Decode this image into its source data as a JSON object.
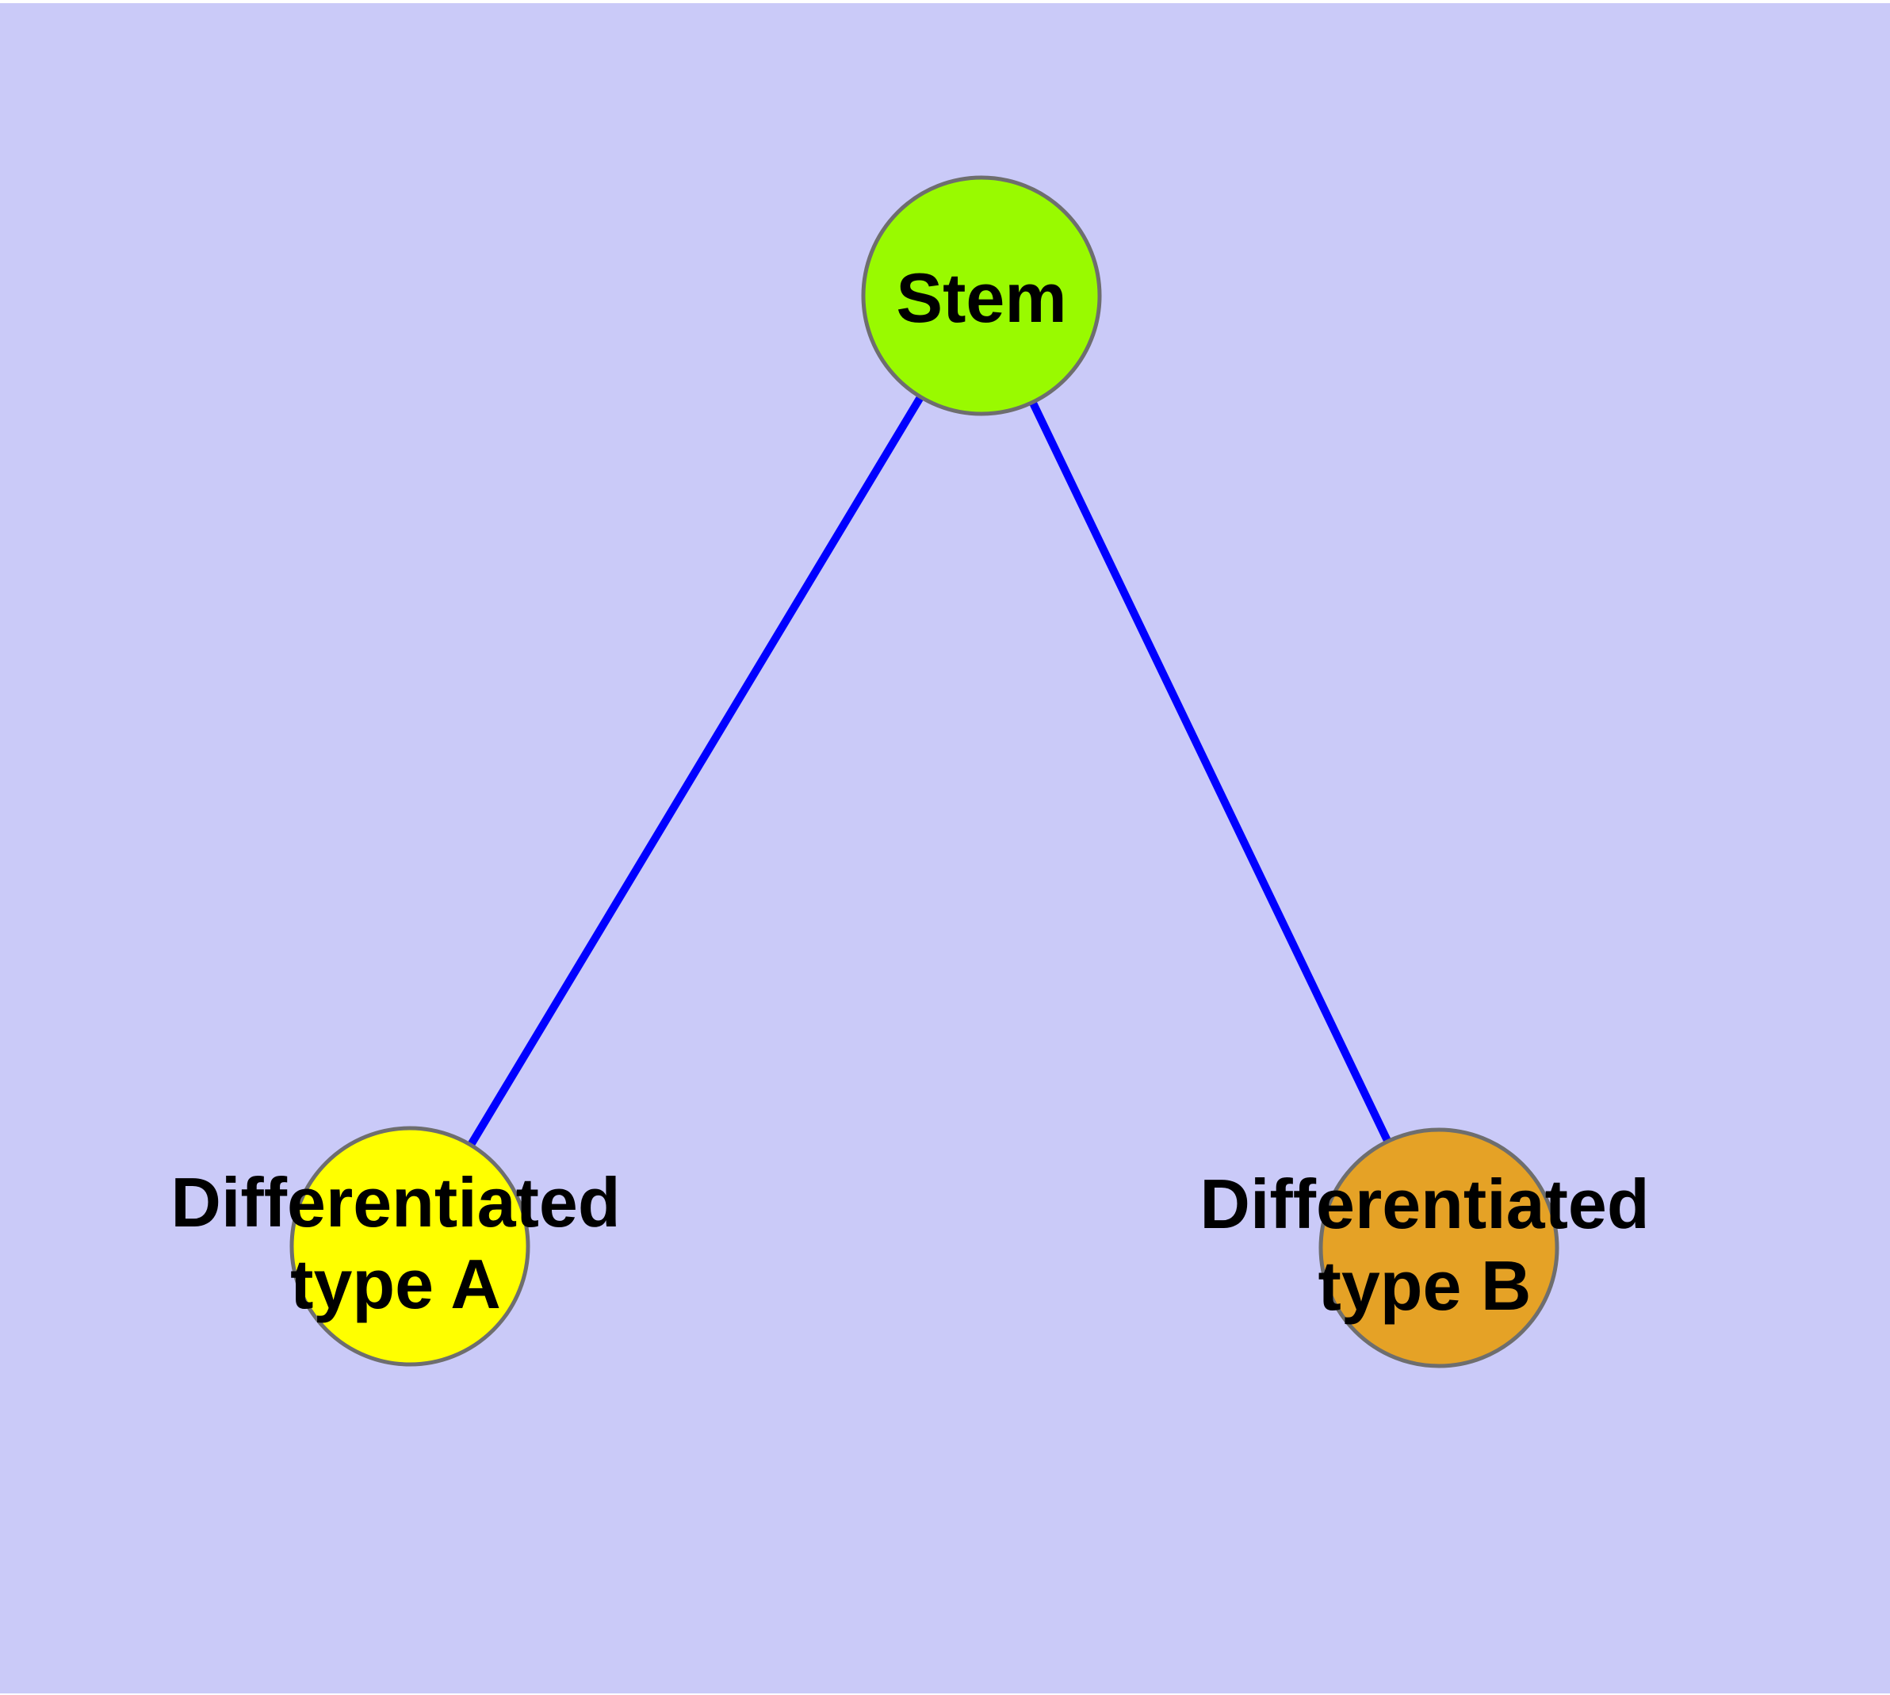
{
  "diagram": {
    "type": "node-link-graph",
    "colors": {
      "background": "#CACAF8",
      "edge": "#0000FF",
      "node_border": "#6E6E6E",
      "label_text": "#000000",
      "edge_strip": "#FFFFFF"
    },
    "nodes": {
      "stem": {
        "label": "Stem",
        "fill": "#99FA00"
      },
      "type_a": {
        "label_line1": "Differentiated",
        "label_line2": "type A",
        "fill": "#FFFF00"
      },
      "type_b": {
        "label_line1": "Differentiated",
        "label_line2": "type B",
        "fill": "#E5A226"
      }
    },
    "edges": [
      {
        "from": "Stem",
        "to": "Differentiated type A"
      },
      {
        "from": "Stem",
        "to": "Differentiated type B"
      }
    ]
  }
}
